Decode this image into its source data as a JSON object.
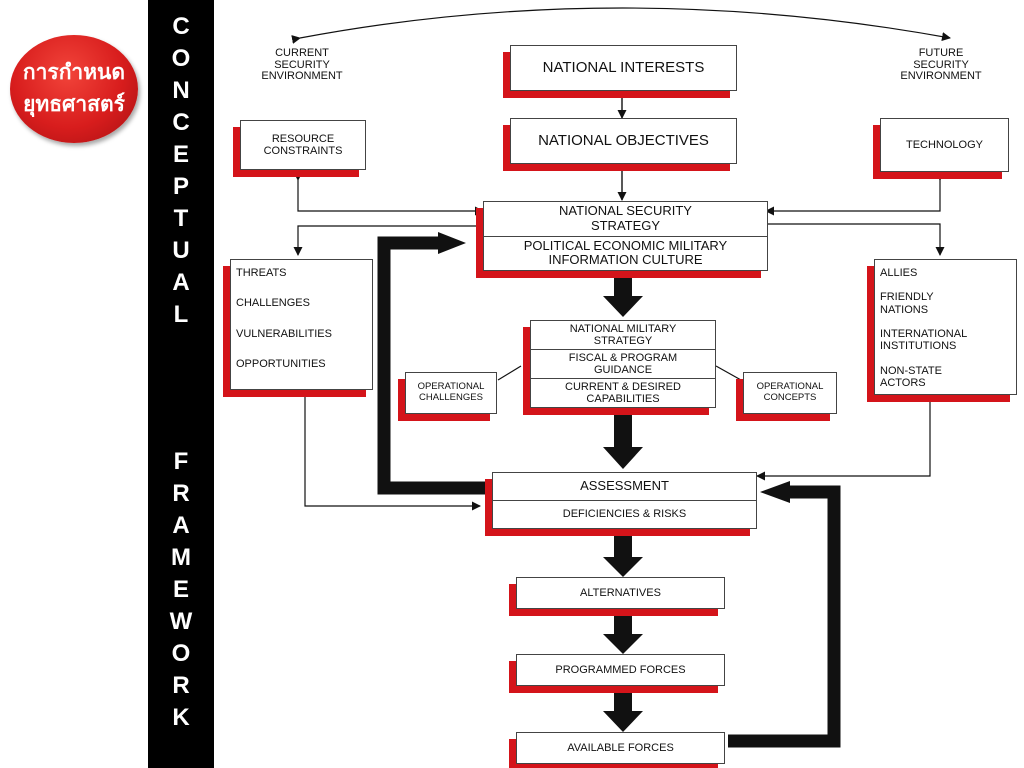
{
  "badge": {
    "line1": "การกำหนด",
    "line2": "ยุทธศาสตร์"
  },
  "sidebar": {
    "word1": [
      "C",
      "O",
      "N",
      "C",
      "E",
      "P",
      "T",
      "U",
      "A",
      "L"
    ],
    "word2": [
      "F",
      "R",
      "A",
      "M",
      "E",
      "W",
      "O",
      "R",
      "K"
    ]
  },
  "diagram": {
    "current_env": {
      "l1": "CURRENT",
      "l2": "SECURITY",
      "l3": "ENVIRONMENT"
    },
    "future_env": {
      "l1": "FUTURE",
      "l2": "SECURITY",
      "l3": "ENVIRONMENT"
    },
    "national_interests": "NATIONAL INTERESTS",
    "national_objectives": "NATIONAL OBJECTIVES",
    "resource_constraints": {
      "l1": "RESOURCE",
      "l2": "CONSTRAINTS"
    },
    "technology": "TECHNOLOGY",
    "nss": {
      "top_l1": "NATIONAL SECURITY",
      "top_l2": "STRATEGY",
      "bottom_l1": "POLITICAL ECONOMIC MILITARY",
      "bottom_l2": "INFORMATION CULTURE"
    },
    "left_list": [
      "THREATS",
      "CHALLENGES",
      "VULNERABILITIES",
      "OPPORTUNITIES"
    ],
    "right_list": [
      {
        "l1": "ALLIES",
        "l2": ""
      },
      {
        "l1": "FRIENDLY",
        "l2": "NATIONS"
      },
      {
        "l1": "INTERNATIONAL",
        "l2": "INSTITUTIONS"
      },
      {
        "l1": "NON-STATE",
        "l2": "ACTORS"
      }
    ],
    "nms": {
      "r1_l1": "NATIONAL MILITARY",
      "r1_l2": "STRATEGY",
      "r2_l1": "FISCAL & PROGRAM",
      "r2_l2": "GUIDANCE",
      "r3_l1": "CURRENT & DESIRED",
      "r3_l2": "CAPABILITIES"
    },
    "op_challenges": {
      "l1": "OPERATIONAL",
      "l2": "CHALLENGES"
    },
    "op_concepts": {
      "l1": "OPERATIONAL",
      "l2": "CONCEPTS"
    },
    "assessment": {
      "top": "ASSESSMENT",
      "bottom": "DEFICIENCIES & RISKS"
    },
    "alternatives": "ALTERNATIVES",
    "programmed_forces": "PROGRAMMED FORCES",
    "available_forces": "AVAILABLE FORCES"
  }
}
